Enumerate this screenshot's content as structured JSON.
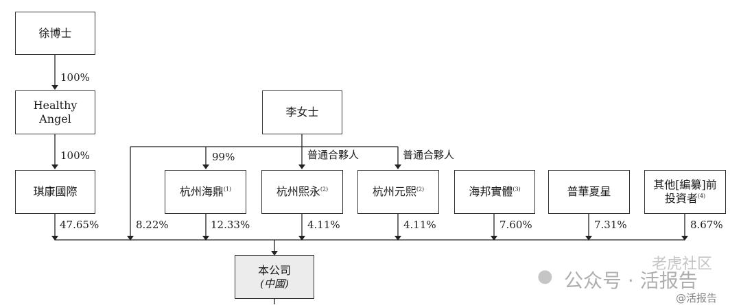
{
  "shareholders": {
    "dr_xu": "徐博士",
    "healthy_angel": "Healthy Angel",
    "qikang": "琪康國際",
    "ms_li": "李女士",
    "haiding": "杭州海鼎",
    "haiding_note": "(1)",
    "xiyong": "杭州熙永",
    "xiyong_note": "(2)",
    "yuanxi": "杭州元熙",
    "yuanxi_note": "(2)",
    "haibang": "海邦實體",
    "haibang_note": "(3)",
    "puhua": "普華夏星",
    "others_line1": "其他[編纂]前",
    "others_line2": "投資者",
    "others_note": "(4)"
  },
  "company": {
    "name": "本公司",
    "sub": "(中國)"
  },
  "edges": {
    "xu_to_angel": "100%",
    "angel_to_qikang": "100%",
    "li_to_haiding": "99%",
    "gp_label_1": "普通合夥人",
    "gp_label_2": "普通合夥人"
  },
  "holdings": {
    "qikang": "47.65%",
    "li_direct": "8.22%",
    "haiding": "12.33%",
    "xiyong": "4.11%",
    "yuanxi": "4.11%",
    "haibang": "7.60%",
    "puhua": "7.31%",
    "others": "8.67%"
  },
  "watermark": {
    "line1": "公众号 · 活报告",
    "line2": "老虎社区",
    "line3": "@活报告"
  },
  "colors": {
    "line": "#222222",
    "company_fill": "#ececec"
  }
}
